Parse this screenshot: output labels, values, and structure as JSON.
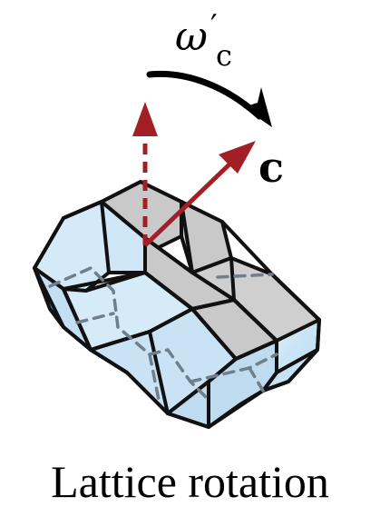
{
  "diagram": {
    "omega_symbol": "ω",
    "omega_prime": "′",
    "omega_subscript": "c",
    "vector_label": "c",
    "caption": "Lattice rotation",
    "colors": {
      "crystal_face": "#cfe6f6",
      "crystal_face_light": "#e2f0fa",
      "crystal_top": "#c9c9c9",
      "arrow_red": "#a31f26",
      "hidden_edge": "#6f7f8c",
      "outline": "#111111"
    }
  }
}
